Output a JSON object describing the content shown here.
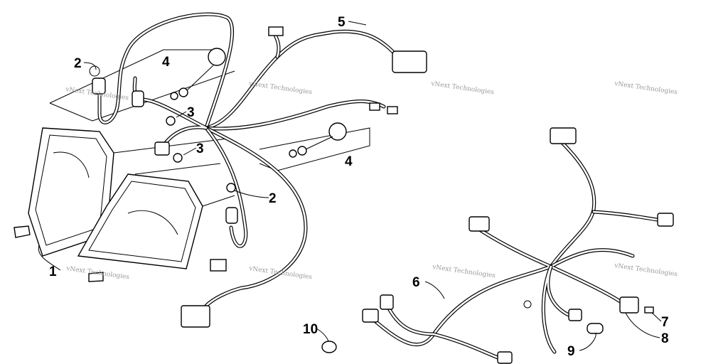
{
  "watermark": "vNext Technologies",
  "callouts": {
    "c1": "1",
    "c2a": "2",
    "c2b": "2",
    "c3a": "3",
    "c3b": "3",
    "c4a": "4",
    "c4b": "4",
    "c5": "5",
    "c6": "6",
    "c7": "7",
    "c8": "8",
    "c9": "9",
    "c10": "10"
  }
}
